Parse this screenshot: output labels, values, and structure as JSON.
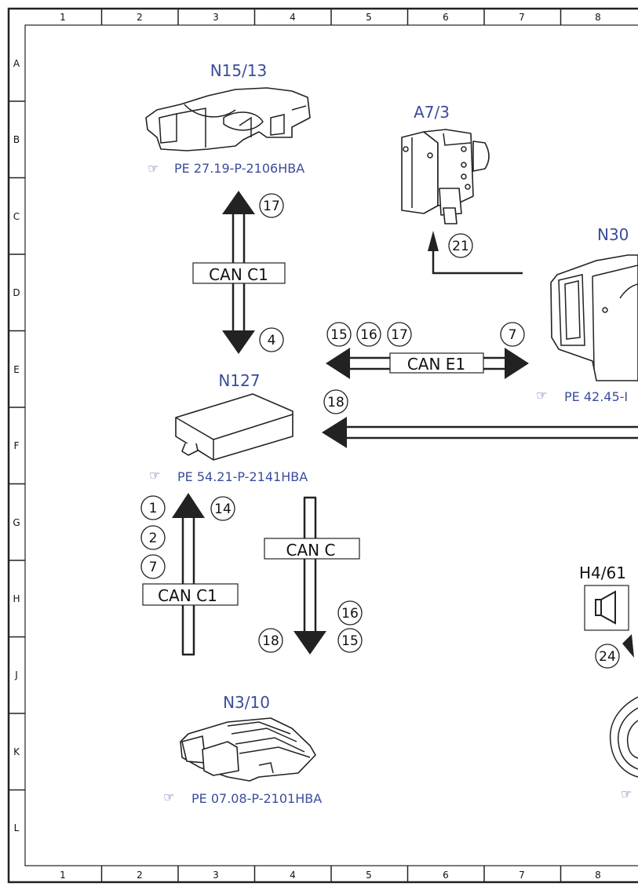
{
  "grid": {
    "columns": [
      "1",
      "2",
      "3",
      "4",
      "5",
      "6",
      "7",
      "8"
    ],
    "rows": [
      "A",
      "B",
      "C",
      "D",
      "E",
      "F",
      "G",
      "H",
      "J",
      "K",
      "L"
    ]
  },
  "components": {
    "n15_13": {
      "label": "N15/13",
      "ref": "PE 27.19-P-2106HBA"
    },
    "a7_3": {
      "label": "A7/3"
    },
    "n30": {
      "label": "N30",
      "ref": "PE 42.45-I"
    },
    "n127": {
      "label": "N127",
      "ref": "PE 54.21-P-2141HBA"
    },
    "n3_10": {
      "label": "N3/10",
      "ref": "PE 07.08-P-2101HBA"
    },
    "h4_61": {
      "label": "H4/61"
    }
  },
  "buses": {
    "can_c1_top": "CAN C1",
    "can_e1": "CAN E1",
    "can_c": "CAN C",
    "can_c1_bottom": "CAN C1"
  },
  "signals": {
    "s17_top": "17",
    "s4": "4",
    "s21": "21",
    "s15_e": "15",
    "s16_e": "16",
    "s17_e": "17",
    "s7_e": "7",
    "s18_f": "18",
    "s1": "1",
    "s2": "2",
    "s7_g": "7",
    "s14": "14",
    "s16_h": "16",
    "s15_h": "15",
    "s18_h": "18",
    "s24": "24"
  }
}
